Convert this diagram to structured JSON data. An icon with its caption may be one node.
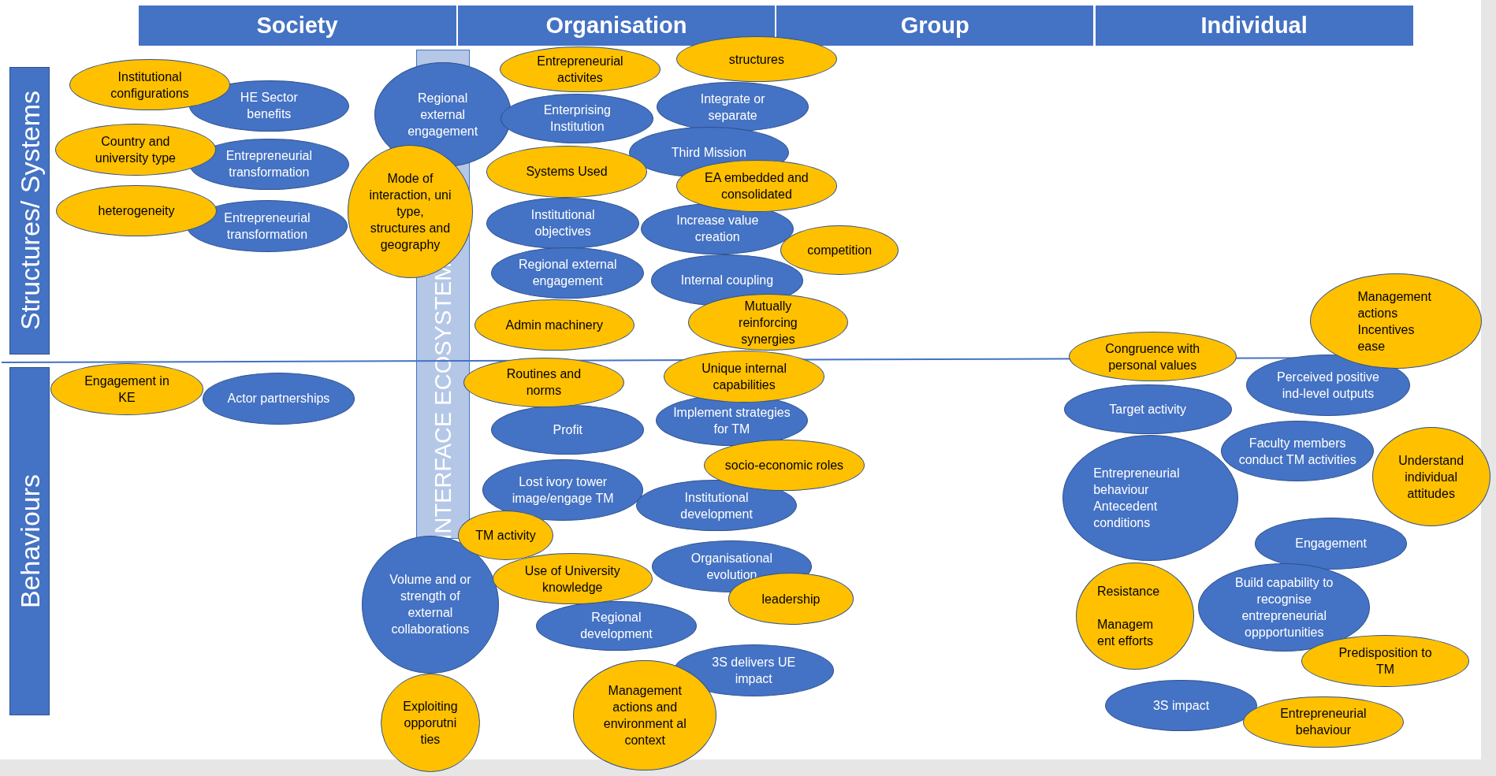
{
  "diagram": {
    "nodes": [
      {
        "text": [
          "Society"
        ]
      },
      {
        "text": [
          "Organisation"
        ]
      },
      {
        "text": [
          "Group"
        ]
      },
      {
        "text": [
          "Individual"
        ]
      },
      {
        "text": [
          "Structures/ Systems"
        ]
      },
      {
        "text": [
          "INTERFACE ECOSYSTEM"
        ]
      },
      {
        "text": [
          "Institutional configurations"
        ]
      },
      {
        "text": [
          "HE Sector benefits"
        ]
      },
      {
        "text": [
          "Regional external engagement"
        ]
      },
      {
        "text": [
          "Entrepreneurial activites"
        ]
      },
      {
        "text": [
          "structures"
        ]
      },
      {
        "text": [
          "Enterprising Institution"
        ]
      },
      {
        "text": [
          "Integrate or separate"
        ]
      },
      {
        "text": [
          "Country and university type"
        ]
      },
      {
        "text": [
          "Entrepreneurial transformation"
        ]
      },
      {
        "text": [
          "Mode of interaction, uni type, structures and geography"
        ]
      },
      {
        "text": [
          "Third Mission"
        ]
      },
      {
        "text": [
          "Systems Used"
        ]
      },
      {
        "text": [
          "EA embedded and consolidated"
        ]
      },
      {
        "text": [
          "heterogeneity"
        ]
      },
      {
        "text": [
          "Entrepreneurial transformation"
        ]
      },
      {
        "text": [
          "Institutional objectives"
        ]
      },
      {
        "text": [
          "Increase value creation"
        ]
      },
      {
        "text": [
          "competition"
        ]
      },
      {
        "text": [
          "Regional external engagement"
        ]
      },
      {
        "text": [
          "Internal coupling"
        ]
      },
      {
        "text": [
          "Admin machinery"
        ]
      },
      {
        "text": [
          "Mutually reinforcing synergies"
        ]
      },
      {
        "text": [
          "Management actions Incentives ease"
        ]
      },
      {
        "text": [
          "Behaviours"
        ]
      },
      {
        "text": [
          "Congruence with personal values"
        ]
      },
      {
        "text": [
          "Unique internal capabilities"
        ]
      },
      {
        "text": [
          "Engagement in KE"
        ]
      },
      {
        "text": [
          "Actor partnerships"
        ]
      },
      {
        "text": [
          "Routines and norms"
        ]
      },
      {
        "text": [
          "Perceived positive ind-level outputs"
        ]
      },
      {
        "text": [
          "Profit"
        ]
      },
      {
        "text": [
          "Implement strategies for TM"
        ]
      },
      {
        "text": [
          "Target activity"
        ]
      },
      {
        "text": [
          "Faculty members conduct TM activities"
        ]
      },
      {
        "text": [
          "socio-economic roles"
        ]
      },
      {
        "text": [
          "Understand individual attitudes"
        ]
      },
      {
        "text": [
          "Entrepreneurial behaviour Antecedent conditions"
        ]
      },
      {
        "text": [
          "Lost ivory tower image/engage TM"
        ]
      },
      {
        "text": [
          "Institutional development"
        ]
      },
      {
        "text": [
          "TM activity"
        ]
      },
      {
        "text": [
          "Engagement"
        ]
      },
      {
        "text": [
          "Organisational evolution"
        ]
      },
      {
        "text": [
          "Use of University knowledge"
        ]
      },
      {
        "text": [
          "Volume and or strength of external collaborations"
        ]
      },
      {
        "text": [
          "leadership"
        ]
      },
      {
        "text": [
          "Resistance",
          "Managem ent efforts"
        ]
      },
      {
        "text": [
          "Build capability to recognise entrepreneurial oppportunities"
        ]
      },
      {
        "text": [
          "Regional development"
        ]
      },
      {
        "text": [
          "Predisposition to TM"
        ]
      },
      {
        "text": [
          "3S delivers UE impact"
        ]
      },
      {
        "text": [
          "Management actions and environment al context"
        ]
      },
      {
        "text": [
          "Exploiting opporutni ties"
        ]
      },
      {
        "text": [
          "3S impact"
        ]
      },
      {
        "text": [
          "Entrepreneurial behaviour"
        ]
      }
    ]
  }
}
